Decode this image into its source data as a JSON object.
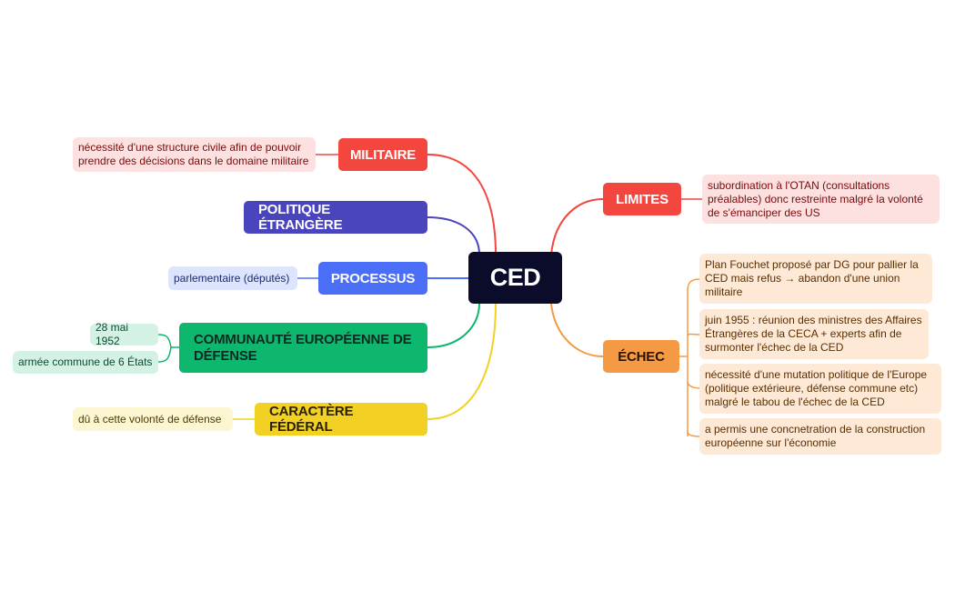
{
  "center": {
    "label": "CED"
  },
  "branches": {
    "militaire": {
      "label": "MILITAIRE",
      "color": "#f2463f",
      "leaves": [
        "nécessité d'une structure civile afin de pouvoir prendre des décisions dans le domaine militaire"
      ]
    },
    "politique": {
      "label": "POLITIQUE ÉTRANGÈRE",
      "color": "#4b45bd",
      "leaves": []
    },
    "processus": {
      "label": "PROCESSUS",
      "color": "#4b6ef6",
      "leaves": [
        "parlementaire (députés)"
      ]
    },
    "communaute": {
      "label": "COMMUNAUTÉ EUROPÉENNE DE DÉFENSE",
      "color": "#0db76d",
      "leaves": [
        "28 mai 1952",
        "armée commune de 6 États"
      ]
    },
    "caractere": {
      "label": "CARACTÈRE FÉDÉRAL",
      "color": "#f2d124",
      "leaves": [
        "dû à cette volonté de défense"
      ]
    },
    "limites": {
      "label": "LIMITES",
      "color": "#f2463f",
      "leaves": [
        "subordination à l'OTAN (consultations préalables) donc restreinte malgré la volonté de s'émanciper des US"
      ]
    },
    "echec": {
      "label": "ÉCHEC",
      "color": "#f59a44",
      "leaves": [
        "Plan Fouchet proposé par DG pour pallier la CED mais refus → abandon d'une union militaire",
        "juin 1955 : réunion des ministres des Affaires Étrangères de la CECA + experts afin de surmonter l'échec de la CED",
        "nécessité d'une mutation politique de l'Europe (politique extérieure, défense commune etc) malgré le tabou de l'échec de la CED",
        "a permis une concnetration de la construction européenne sur l'économie"
      ]
    }
  }
}
